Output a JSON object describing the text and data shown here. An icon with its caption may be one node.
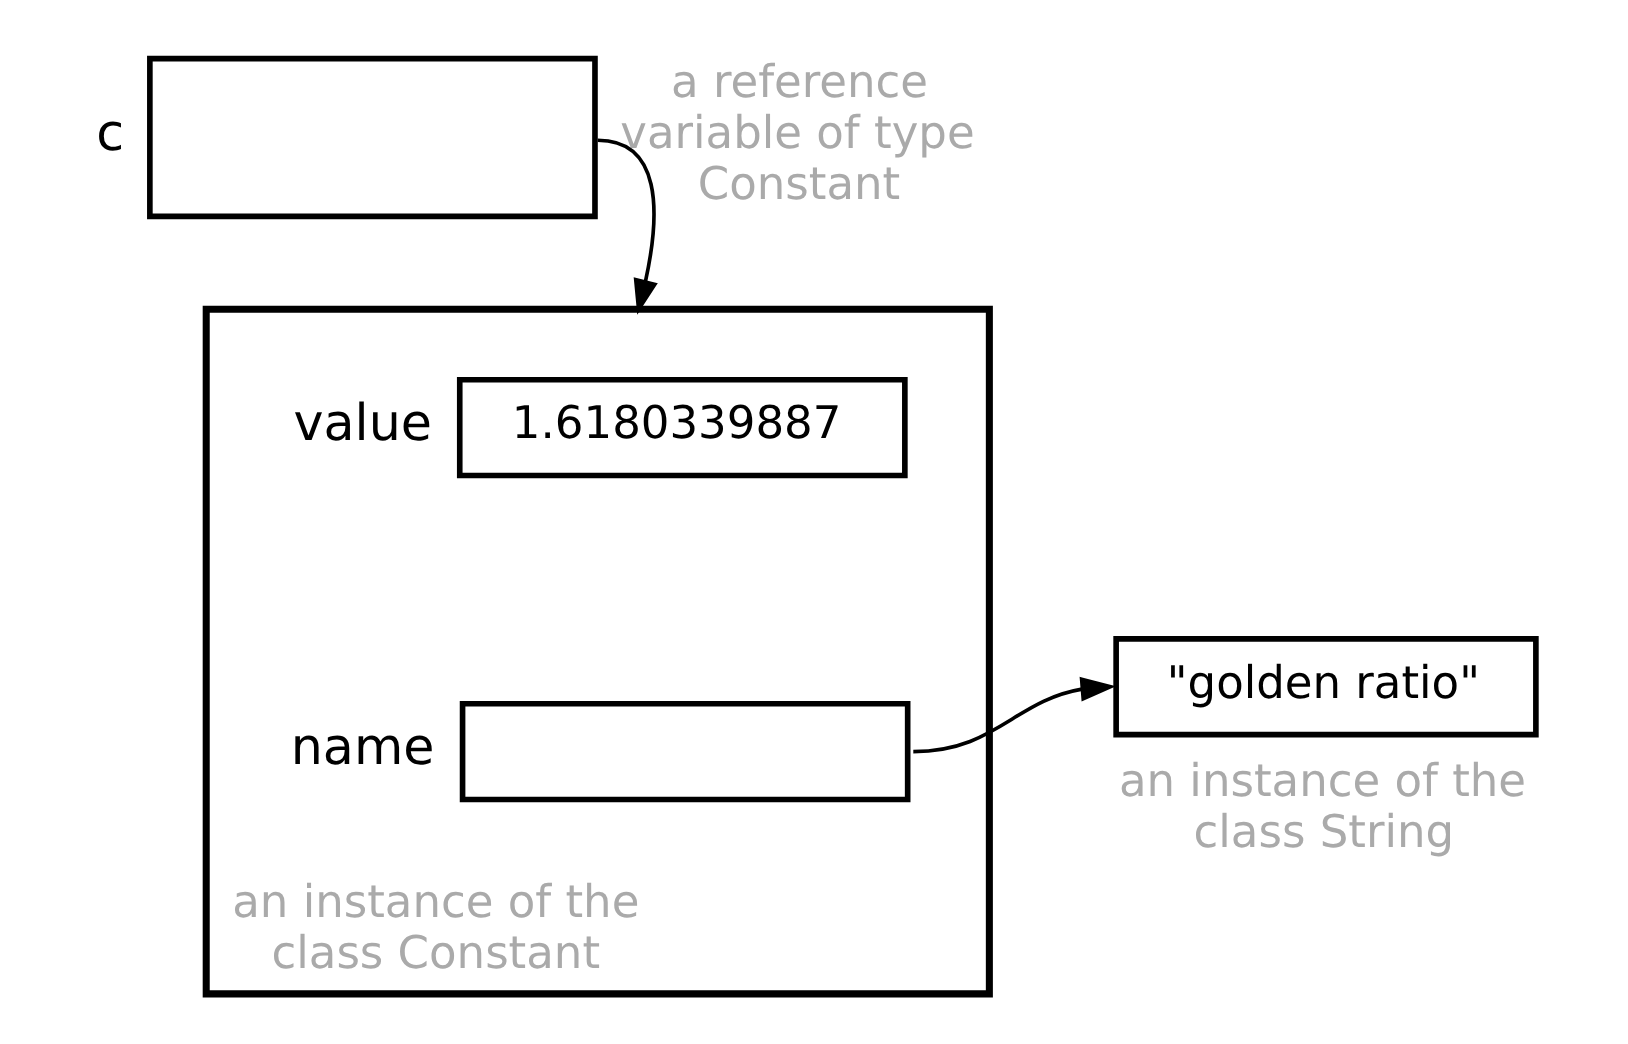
{
  "diagram": {
    "nodes": [
      {
        "text": [],
        "shape": "box",
        "beside": [
          "c",
          "a reference variable of type Constant"
        ]
      },
      {
        "text": [],
        "shape": "box",
        "beside": [
          "an instance of the class Constant"
        ]
      },
      {
        "text": [
          "1.6180339887"
        ],
        "in": 1,
        "beside": [
          "value"
        ]
      },
      {
        "text": [],
        "shape": "box",
        "in": 1,
        "beside": [
          "name"
        ]
      },
      {
        "text": [
          "\"golden ratio\""
        ],
        "beside": [
          "an instance of the class String"
        ]
      }
    ],
    "edges": [
      {
        "from": 0,
        "to": 1,
        "arrow": "to"
      },
      {
        "from": 3,
        "to": 4,
        "arrow": "to"
      }
    ]
  }
}
